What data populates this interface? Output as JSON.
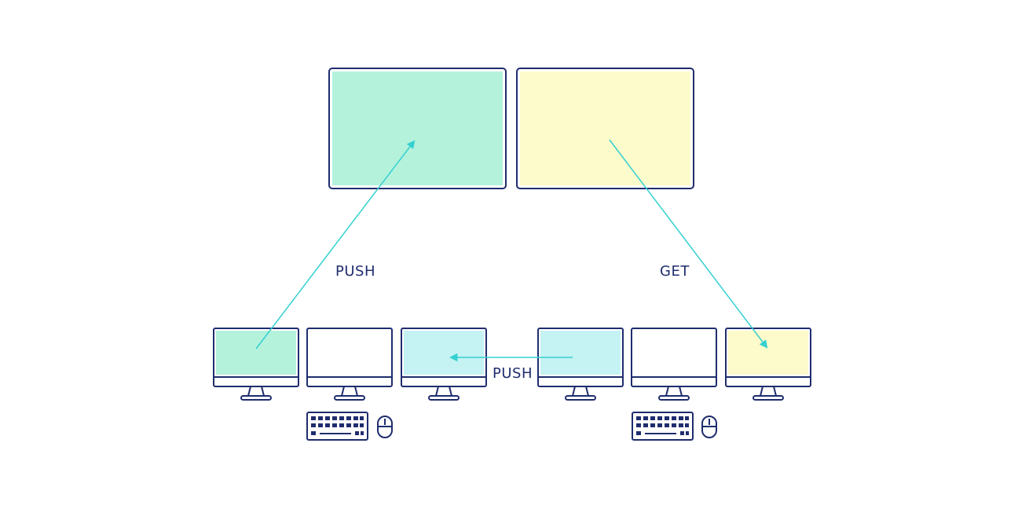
{
  "labels": {
    "push_left": "PUSH",
    "get_right": "GET",
    "push_bottom": "PUSH"
  },
  "colors": {
    "outline": "#1f2d6e",
    "arrow": "#35d0d0",
    "green": "#b4f2dc",
    "yellow": "#fdfacb",
    "cyan": "#c5f2f2",
    "white": "#ffffff"
  },
  "displays": [
    {
      "name": "video-wall-left",
      "fill": "green"
    },
    {
      "name": "video-wall-right",
      "fill": "yellow"
    }
  ],
  "monitors": [
    {
      "name": "monitor-1",
      "fill": "green"
    },
    {
      "name": "monitor-2",
      "fill": "white"
    },
    {
      "name": "monitor-3",
      "fill": "cyan"
    },
    {
      "name": "monitor-4",
      "fill": "cyan"
    },
    {
      "name": "monitor-5",
      "fill": "white"
    },
    {
      "name": "monitor-6",
      "fill": "yellow"
    }
  ],
  "peripherals": [
    {
      "keyboard": "keyboard-icon",
      "mouse": "mouse-icon"
    },
    {
      "keyboard": "keyboard-icon",
      "mouse": "mouse-icon"
    }
  ]
}
